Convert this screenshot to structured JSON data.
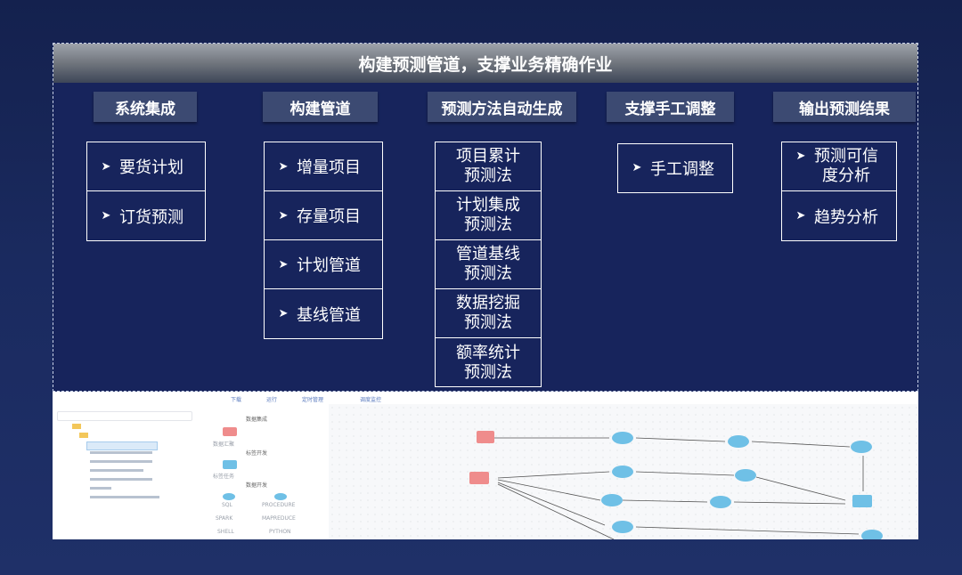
{
  "banner": {
    "title": "构建预测管道，支撑业务精确作业"
  },
  "columns": [
    {
      "heading": "系统集成",
      "items": [
        "要货计划",
        "订货预测"
      ]
    },
    {
      "heading": "构建管道",
      "items": [
        "增量项目",
        "存量项目",
        "计划管道",
        "基线管道"
      ]
    },
    {
      "heading": "预测方法自动生成",
      "items": [
        [
          "项目累计",
          "预测法"
        ],
        [
          "计划集成",
          "预测法"
        ],
        [
          "管道基线",
          "预测法"
        ],
        [
          "数据挖掘",
          "预测法"
        ],
        [
          "额率统计",
          "预测法"
        ]
      ]
    },
    {
      "heading": "支撑手工调整",
      "items": [
        "手工调整"
      ]
    },
    {
      "heading": "输出预测结果",
      "items": [
        [
          "预测可信",
          "度分析"
        ],
        "趋势分析"
      ]
    }
  ],
  "screenshot": {
    "toolbar": [
      "下载",
      "运行",
      "定时管理",
      "调度监控"
    ],
    "palette_sections": [
      "数据集成",
      "标签开发",
      "数据开发"
    ],
    "palette_nodes": [
      "数据汇聚",
      "标签任务",
      "SQL",
      "PROCEDURE",
      "SPARK",
      "MAPREDUCE",
      "SHELL",
      "PYTHON"
    ],
    "colors": {
      "node_pink": "#ef8c8c",
      "node_blue": "#6fc0e6"
    }
  },
  "colors": {
    "background": "#17245c",
    "heading_bg": "#3c4a72",
    "border": "#ffffff"
  }
}
